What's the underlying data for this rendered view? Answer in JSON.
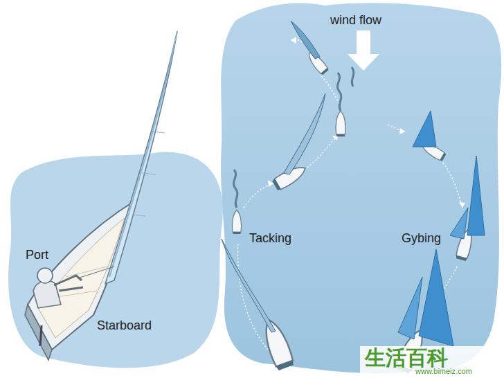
{
  "diagram": {
    "labels": [
      "Port",
      "Starboard",
      "wind flow",
      "Tacking",
      "Gybing",
      "生活百科",
      "www.bimeiz.com"
    ]
  }
}
